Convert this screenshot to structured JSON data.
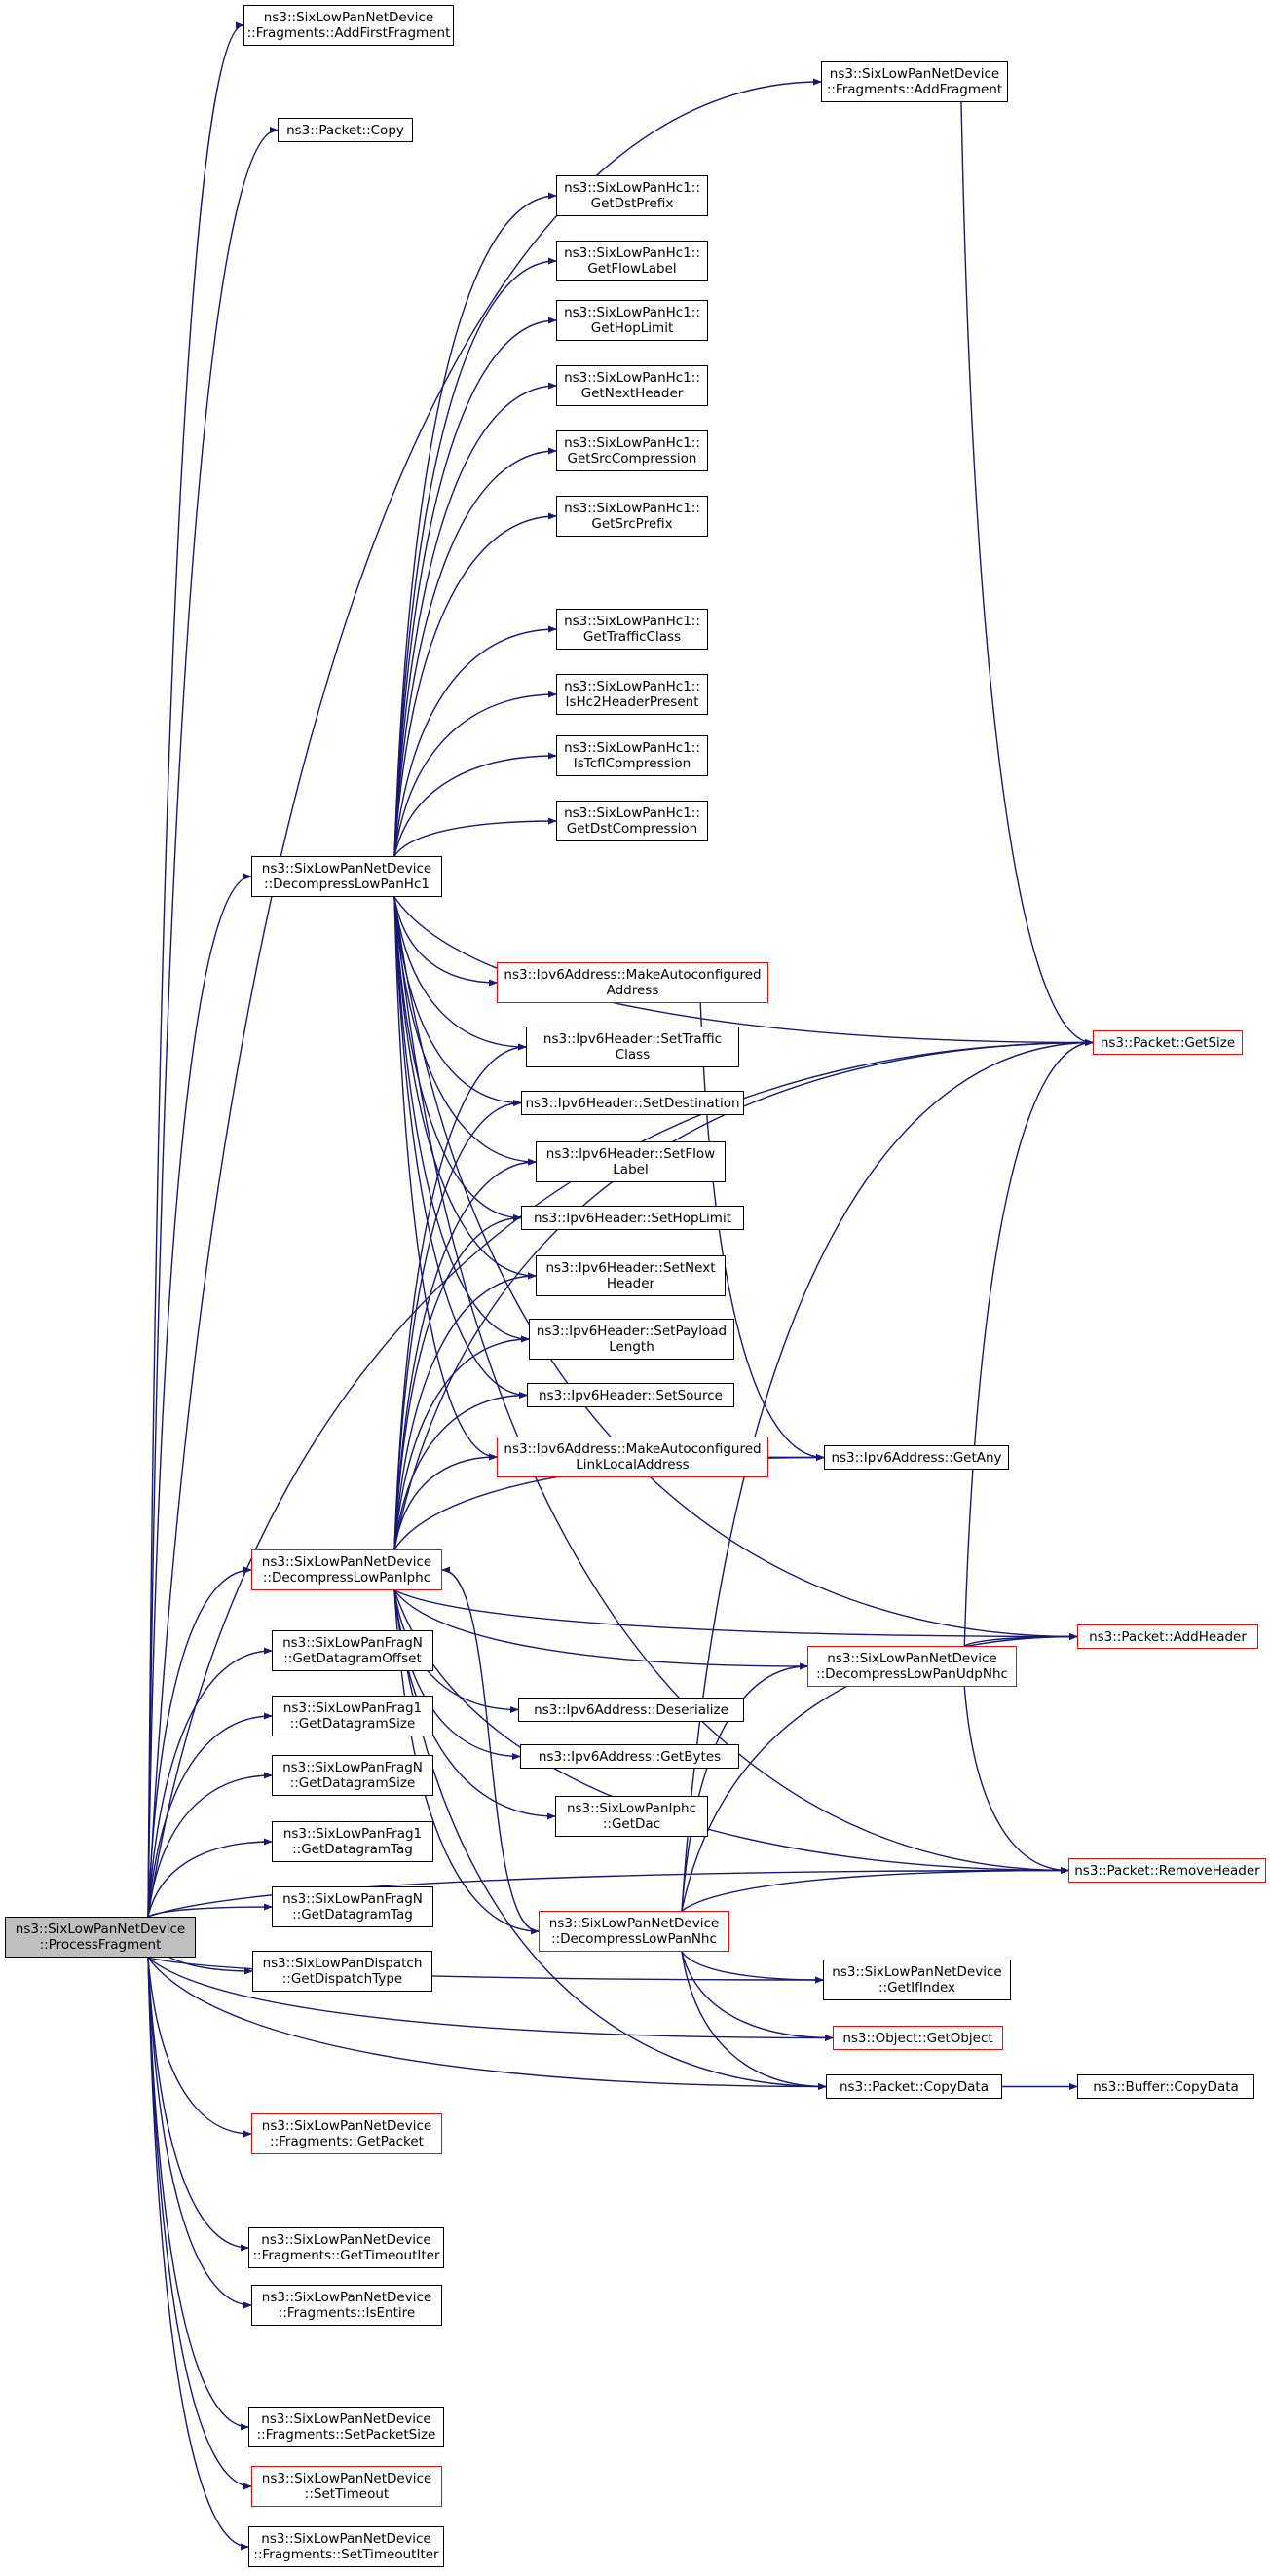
{
  "colors": {
    "edge": "#191970",
    "border": "#000000",
    "border_truncated": "#ff0000",
    "root_fill": "#bfbfbf",
    "background": "#ffffff"
  },
  "nodes": [
    {
      "id": "ProcessFragment",
      "lines": [
        "ns3::SixLowPanNetDevice",
        "::ProcessFragment"
      ],
      "style": "root"
    },
    {
      "id": "AddFirstFragment",
      "lines": [
        "ns3::SixLowPanNetDevice",
        "::Fragments::AddFirstFragment"
      ],
      "style": "normal"
    },
    {
      "id": "AddFragment",
      "lines": [
        "ns3::SixLowPanNetDevice",
        "::Fragments::AddFragment"
      ],
      "style": "normal"
    },
    {
      "id": "PacketCopy",
      "lines": [
        "ns3::Packet::Copy"
      ],
      "style": "normal"
    },
    {
      "id": "GetDstPrefix",
      "lines": [
        "ns3::SixLowPanHc1::",
        "GetDstPrefix"
      ],
      "style": "normal"
    },
    {
      "id": "GetFlowLabel",
      "lines": [
        "ns3::SixLowPanHc1::",
        "GetFlowLabel"
      ],
      "style": "normal"
    },
    {
      "id": "GetHopLimit",
      "lines": [
        "ns3::SixLowPanHc1::",
        "GetHopLimit"
      ],
      "style": "normal"
    },
    {
      "id": "GetNextHeader",
      "lines": [
        "ns3::SixLowPanHc1::",
        "GetNextHeader"
      ],
      "style": "normal"
    },
    {
      "id": "GetSrcCompression",
      "lines": [
        "ns3::SixLowPanHc1::",
        "GetSrcCompression"
      ],
      "style": "normal"
    },
    {
      "id": "GetSrcPrefix",
      "lines": [
        "ns3::SixLowPanHc1::",
        "GetSrcPrefix"
      ],
      "style": "normal"
    },
    {
      "id": "GetTrafficClass",
      "lines": [
        "ns3::SixLowPanHc1::",
        "GetTrafficClass"
      ],
      "style": "normal"
    },
    {
      "id": "IsHc2HeaderPresent",
      "lines": [
        "ns3::SixLowPanHc1::",
        "IsHc2HeaderPresent"
      ],
      "style": "normal"
    },
    {
      "id": "IsTcflCompression",
      "lines": [
        "ns3::SixLowPanHc1::",
        "IsTcflCompression"
      ],
      "style": "normal"
    },
    {
      "id": "GetDstCompression",
      "lines": [
        "ns3::SixLowPanHc1::",
        "GetDstCompression"
      ],
      "style": "normal"
    },
    {
      "id": "DecompressLowPanHc1",
      "lines": [
        "ns3::SixLowPanNetDevice",
        "::DecompressLowPanHc1"
      ],
      "style": "normal"
    },
    {
      "id": "PacketGetSize",
      "lines": [
        "ns3::Packet::GetSize"
      ],
      "style": "truncated"
    },
    {
      "id": "MakeAutoconfiguredAddress",
      "lines": [
        "ns3::Ipv6Address::MakeAutoconfigured",
        "Address"
      ],
      "style": "truncated"
    },
    {
      "id": "SetTrafficClass",
      "lines": [
        "ns3::Ipv6Header::SetTraffic",
        "Class"
      ],
      "style": "normal"
    },
    {
      "id": "SetDestination",
      "lines": [
        "ns3::Ipv6Header::SetDestination"
      ],
      "style": "normal"
    },
    {
      "id": "SetFlowLabel",
      "lines": [
        "ns3::Ipv6Header::SetFlow",
        "Label"
      ],
      "style": "normal"
    },
    {
      "id": "SetHopLimit",
      "lines": [
        "ns3::Ipv6Header::SetHopLimit"
      ],
      "style": "normal"
    },
    {
      "id": "SetNextHeader",
      "lines": [
        "ns3::Ipv6Header::SetNext",
        "Header"
      ],
      "style": "normal"
    },
    {
      "id": "SetPayloadLength",
      "lines": [
        "ns3::Ipv6Header::SetPayload",
        "Length"
      ],
      "style": "normal"
    },
    {
      "id": "SetSource",
      "lines": [
        "ns3::Ipv6Header::SetSource"
      ],
      "style": "normal"
    },
    {
      "id": "MakeAutoconfiguredLinkLocalAddress",
      "lines": [
        "ns3::Ipv6Address::MakeAutoconfigured",
        "LinkLocalAddress"
      ],
      "style": "truncated"
    },
    {
      "id": "GetAny",
      "lines": [
        "ns3::Ipv6Address::GetAny"
      ],
      "style": "normal"
    },
    {
      "id": "DecompressLowPanIphc",
      "lines": [
        "ns3::SixLowPanNetDevice",
        "::DecompressLowPanIphc"
      ],
      "style": "truncated"
    },
    {
      "id": "AddHeader",
      "lines": [
        "ns3::Packet::AddHeader"
      ],
      "style": "truncated"
    },
    {
      "id": "FragNGetDatagramOffset",
      "lines": [
        "ns3::SixLowPanFragN",
        "::GetDatagramOffset"
      ],
      "style": "normal"
    },
    {
      "id": "DecompressLowPanUdpNhc",
      "lines": [
        "ns3::SixLowPanNetDevice",
        "::DecompressLowPanUdpNhc"
      ],
      "style": "truncated"
    },
    {
      "id": "Frag1GetDatagramSize",
      "lines": [
        "ns3::SixLowPanFrag1",
        "::GetDatagramSize"
      ],
      "style": "normal"
    },
    {
      "id": "Deserialize",
      "lines": [
        "ns3::Ipv6Address::Deserialize"
      ],
      "style": "normal"
    },
    {
      "id": "FragNGetDatagramSize",
      "lines": [
        "ns3::SixLowPanFragN",
        "::GetDatagramSize"
      ],
      "style": "normal"
    },
    {
      "id": "GetBytes",
      "lines": [
        "ns3::Ipv6Address::GetBytes"
      ],
      "style": "normal"
    },
    {
      "id": "GetDac",
      "lines": [
        "ns3::SixLowPanIphc",
        "::GetDac"
      ],
      "style": "normal"
    },
    {
      "id": "Frag1GetDatagramTag",
      "lines": [
        "ns3::SixLowPanFrag1",
        "::GetDatagramTag"
      ],
      "style": "normal"
    },
    {
      "id": "RemoveHeader",
      "lines": [
        "ns3::Packet::RemoveHeader"
      ],
      "style": "truncated"
    },
    {
      "id": "FragNGetDatagramTag",
      "lines": [
        "ns3::SixLowPanFragN",
        "::GetDatagramTag"
      ],
      "style": "normal"
    },
    {
      "id": "DecompressLowPanNhc",
      "lines": [
        "ns3::SixLowPanNetDevice",
        "::DecompressLowPanNhc"
      ],
      "style": "truncated"
    },
    {
      "id": "GetDispatchType",
      "lines": [
        "ns3::SixLowPanDispatch",
        "::GetDispatchType"
      ],
      "style": "normal"
    },
    {
      "id": "GetIfIndex",
      "lines": [
        "ns3::SixLowPanNetDevice",
        "::GetIfIndex"
      ],
      "style": "normal"
    },
    {
      "id": "GetObject",
      "lines": [
        "ns3::Object::GetObject"
      ],
      "style": "truncated"
    },
    {
      "id": "PacketCopyData",
      "lines": [
        "ns3::Packet::CopyData"
      ],
      "style": "normal"
    },
    {
      "id": "BufferCopyData",
      "lines": [
        "ns3::Buffer::CopyData"
      ],
      "style": "normal"
    },
    {
      "id": "GetPacket",
      "lines": [
        "ns3::SixLowPanNetDevice",
        "::Fragments::GetPacket"
      ],
      "style": "truncated"
    },
    {
      "id": "GetTimeoutIter",
      "lines": [
        "ns3::SixLowPanNetDevice",
        "::Fragments::GetTimeoutIter"
      ],
      "style": "normal"
    },
    {
      "id": "IsEntire",
      "lines": [
        "ns3::SixLowPanNetDevice",
        "::Fragments::IsEntire"
      ],
      "style": "normal"
    },
    {
      "id": "SetPacketSize",
      "lines": [
        "ns3::SixLowPanNetDevice",
        "::Fragments::SetPacketSize"
      ],
      "style": "normal"
    },
    {
      "id": "SetTimeout",
      "lines": [
        "ns3::SixLowPanNetDevice",
        "::SetTimeout"
      ],
      "style": "truncated"
    },
    {
      "id": "SetTimeoutIter",
      "lines": [
        "ns3::SixLowPanNetDevice",
        "::Fragments::SetTimeoutIter"
      ],
      "style": "normal"
    }
  ],
  "edges": [
    [
      "ProcessFragment",
      "AddFirstFragment"
    ],
    [
      "ProcessFragment",
      "AddFragment"
    ],
    [
      "ProcessFragment",
      "PacketCopy"
    ],
    [
      "ProcessFragment",
      "DecompressLowPanHc1"
    ],
    [
      "ProcessFragment",
      "DecompressLowPanIphc"
    ],
    [
      "ProcessFragment",
      "FragNGetDatagramOffset"
    ],
    [
      "ProcessFragment",
      "Frag1GetDatagramSize"
    ],
    [
      "ProcessFragment",
      "FragNGetDatagramSize"
    ],
    [
      "ProcessFragment",
      "Frag1GetDatagramTag"
    ],
    [
      "ProcessFragment",
      "FragNGetDatagramTag"
    ],
    [
      "ProcessFragment",
      "GetDispatchType"
    ],
    [
      "ProcessFragment",
      "GetIfIndex"
    ],
    [
      "ProcessFragment",
      "GetObject"
    ],
    [
      "ProcessFragment",
      "GetPacket"
    ],
    [
      "ProcessFragment",
      "PacketGetSize"
    ],
    [
      "ProcessFragment",
      "GetTimeoutIter"
    ],
    [
      "ProcessFragment",
      "IsEntire"
    ],
    [
      "ProcessFragment",
      "RemoveHeader"
    ],
    [
      "ProcessFragment",
      "SetPacketSize"
    ],
    [
      "ProcessFragment",
      "SetTimeout"
    ],
    [
      "ProcessFragment",
      "SetTimeoutIter"
    ],
    [
      "ProcessFragment",
      "PacketCopyData"
    ],
    [
      "AddFragment",
      "PacketGetSize"
    ],
    [
      "DecompressLowPanHc1",
      "GetDstPrefix"
    ],
    [
      "DecompressLowPanHc1",
      "GetFlowLabel"
    ],
    [
      "DecompressLowPanHc1",
      "GetHopLimit"
    ],
    [
      "DecompressLowPanHc1",
      "GetNextHeader"
    ],
    [
      "DecompressLowPanHc1",
      "GetSrcCompression"
    ],
    [
      "DecompressLowPanHc1",
      "GetSrcPrefix"
    ],
    [
      "DecompressLowPanHc1",
      "PacketGetSize"
    ],
    [
      "DecompressLowPanHc1",
      "GetTrafficClass"
    ],
    [
      "DecompressLowPanHc1",
      "IsHc2HeaderPresent"
    ],
    [
      "DecompressLowPanHc1",
      "IsTcflCompression"
    ],
    [
      "DecompressLowPanHc1",
      "GetDstCompression"
    ],
    [
      "DecompressLowPanHc1",
      "AddHeader"
    ],
    [
      "DecompressLowPanHc1",
      "RemoveHeader"
    ],
    [
      "DecompressLowPanHc1",
      "MakeAutoconfiguredAddress"
    ],
    [
      "DecompressLowPanHc1",
      "SetTrafficClass"
    ],
    [
      "DecompressLowPanHc1",
      "SetDestination"
    ],
    [
      "DecompressLowPanHc1",
      "SetFlowLabel"
    ],
    [
      "DecompressLowPanHc1",
      "SetHopLimit"
    ],
    [
      "DecompressLowPanHc1",
      "SetNextHeader"
    ],
    [
      "DecompressLowPanHc1",
      "SetPayloadLength"
    ],
    [
      "DecompressLowPanHc1",
      "SetSource"
    ],
    [
      "DecompressLowPanHc1",
      "MakeAutoconfiguredLinkLocalAddress"
    ],
    [
      "MakeAutoconfiguredAddress",
      "GetAny"
    ],
    [
      "MakeAutoconfiguredLinkLocalAddress",
      "GetAny"
    ],
    [
      "DecompressLowPanIphc",
      "SetTrafficClass"
    ],
    [
      "DecompressLowPanIphc",
      "SetDestination"
    ],
    [
      "DecompressLowPanIphc",
      "SetFlowLabel"
    ],
    [
      "DecompressLowPanIphc",
      "SetHopLimit"
    ],
    [
      "DecompressLowPanIphc",
      "SetNextHeader"
    ],
    [
      "DecompressLowPanIphc",
      "SetPayloadLength"
    ],
    [
      "DecompressLowPanIphc",
      "SetSource"
    ],
    [
      "DecompressLowPanIphc",
      "MakeAutoconfiguredLinkLocalAddress"
    ],
    [
      "DecompressLowPanIphc",
      "GetAny"
    ],
    [
      "DecompressLowPanIphc",
      "PacketGetSize"
    ],
    [
      "DecompressLowPanIphc",
      "AddHeader"
    ],
    [
      "DecompressLowPanIphc",
      "DecompressLowPanUdpNhc"
    ],
    [
      "DecompressLowPanIphc",
      "Deserialize"
    ],
    [
      "DecompressLowPanIphc",
      "GetBytes"
    ],
    [
      "DecompressLowPanIphc",
      "GetDac"
    ],
    [
      "DecompressLowPanIphc",
      "RemoveHeader"
    ],
    [
      "DecompressLowPanIphc",
      "DecompressLowPanNhc"
    ],
    [
      "DecompressLowPanIphc",
      "PacketCopyData"
    ],
    [
      "DecompressLowPanUdpNhc",
      "PacketGetSize"
    ],
    [
      "DecompressLowPanUdpNhc",
      "AddHeader"
    ],
    [
      "DecompressLowPanUdpNhc",
      "RemoveHeader"
    ],
    [
      "DecompressLowPanNhc",
      "DecompressLowPanIphc"
    ],
    [
      "DecompressLowPanNhc",
      "PacketGetSize"
    ],
    [
      "DecompressLowPanNhc",
      "AddHeader"
    ],
    [
      "DecompressLowPanNhc",
      "DecompressLowPanUdpNhc"
    ],
    [
      "DecompressLowPanNhc",
      "RemoveHeader"
    ],
    [
      "DecompressLowPanNhc",
      "GetIfIndex"
    ],
    [
      "DecompressLowPanNhc",
      "GetObject"
    ],
    [
      "DecompressLowPanNhc",
      "PacketCopyData"
    ],
    [
      "PacketCopyData",
      "BufferCopyData"
    ]
  ]
}
